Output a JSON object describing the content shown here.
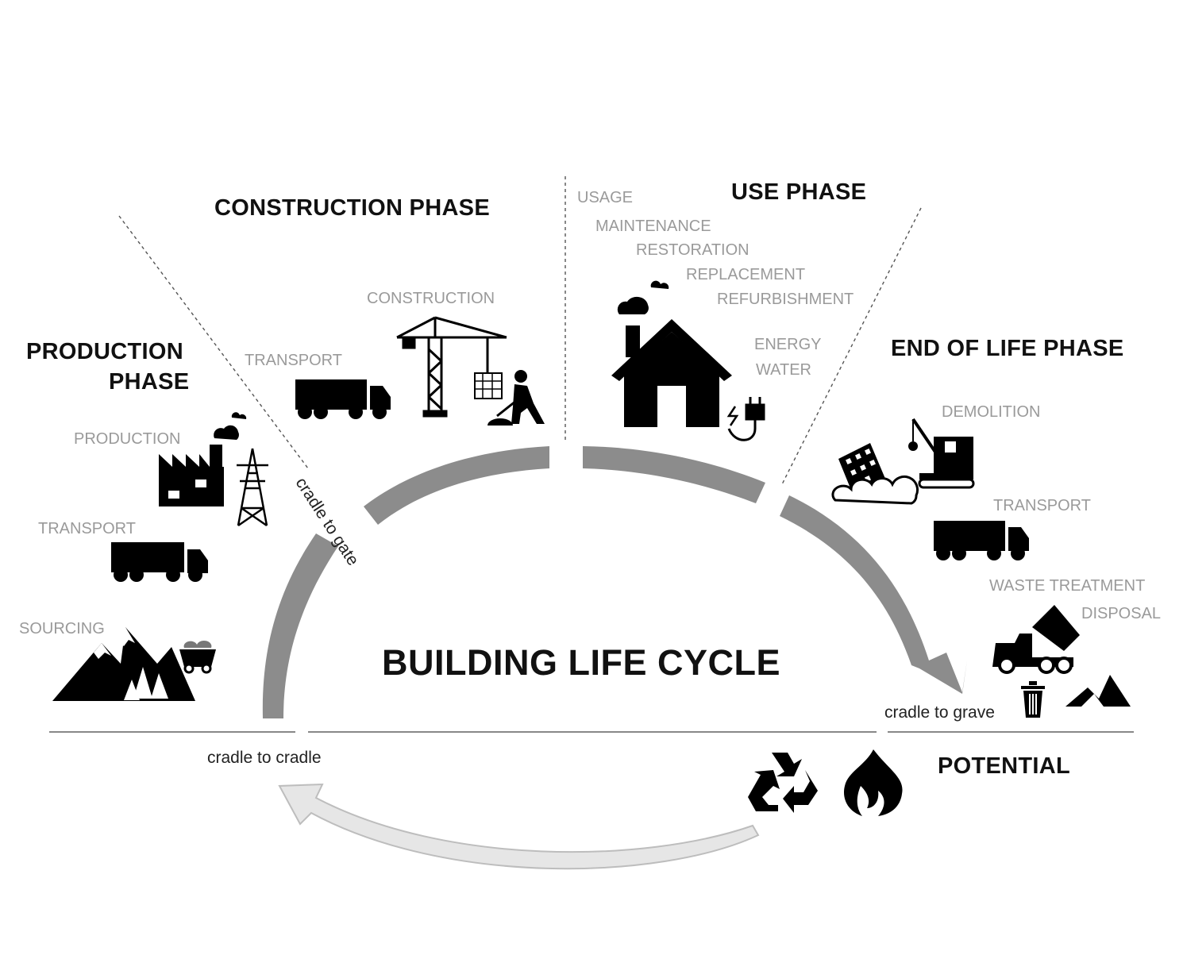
{
  "title": "BUILDING LIFE CYCLE",
  "phases": {
    "production": {
      "title_line1": "PRODUCTION",
      "title_line2": "PHASE",
      "steps": [
        "PRODUCTION",
        "TRANSPORT",
        "SOURCING"
      ],
      "icons": [
        "factory-icon",
        "power-pylon-icon",
        "truck-icon",
        "mountains-trees-icon",
        "mine-cart-icon"
      ]
    },
    "construction": {
      "title": "CONSTRUCTION PHASE",
      "steps": [
        "TRANSPORT",
        "CONSTRUCTION"
      ],
      "icons": [
        "truck-icon",
        "crane-icon",
        "worker-shoveling-icon"
      ]
    },
    "use": {
      "title": "USE PHASE",
      "steps": [
        "USAGE",
        "MAINTENANCE",
        "RESTORATION",
        "REPLACEMENT",
        "REFURBISHMENT",
        "ENERGY",
        "WATER"
      ],
      "icons": [
        "house-icon",
        "plug-icon"
      ]
    },
    "end_of_life": {
      "title": "END OF LIFE PHASE",
      "steps": [
        "DEMOLITION",
        "TRANSPORT",
        "WASTE TREATMENT",
        "DISPOSAL"
      ],
      "icons": [
        "collapsing-building-icon",
        "wrecking-crane-icon",
        "truck-icon",
        "dump-truck-icon",
        "trash-bin-icon",
        "waste-pile-icon"
      ]
    },
    "potential": {
      "title": "POTENTIAL",
      "icons": [
        "recycle-icon",
        "fire-icon"
      ]
    }
  },
  "boundaries": {
    "cradle_to_gate": "cradle to gate",
    "cradle_to_grave": "cradle to grave",
    "cradle_to_cradle": "cradle to cradle"
  },
  "colors": {
    "main_arc": "#8c8c8c",
    "return_arc": "#e6e6e6",
    "icon": "#000000",
    "phase_title": "#111111",
    "step_label": "#9a9a9a"
  }
}
